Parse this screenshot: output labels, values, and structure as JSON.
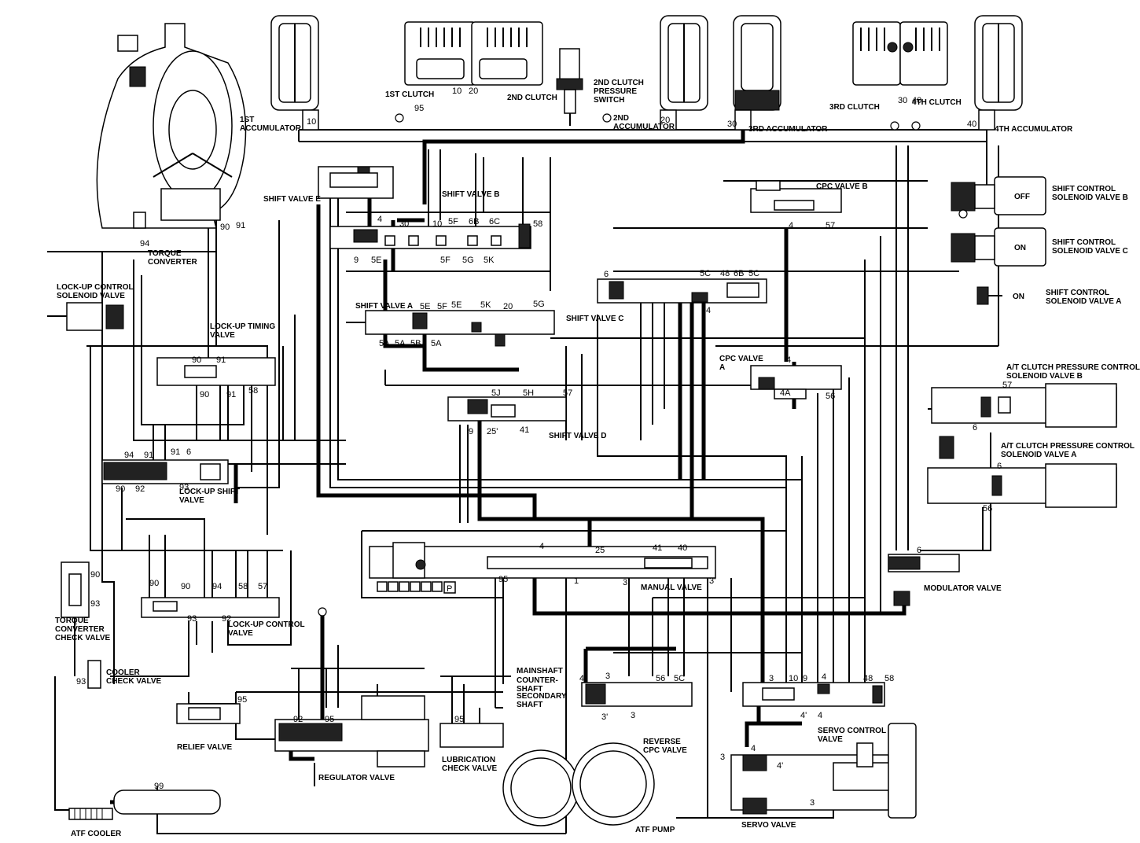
{
  "labels": {
    "accumulator_1st": "1ST\nACCUMULATOR",
    "clutch_1st": "1ST CLUTCH",
    "clutch_2nd": "2ND CLUTCH",
    "clutch_2nd_pressure_switch": "2ND CLUTCH\nPRESSURE\nSWITCH",
    "accumulator_2nd": "2ND\nACCUMULATOR",
    "accumulator_3rd": "3RD ACCUMULATOR",
    "clutch_3rd": "3RD CLUTCH",
    "clutch_4th": "4TH CLUTCH",
    "accumulator_4th": "4TH ACCUMULATOR",
    "torque_converter": "TORQUE\nCONVERTER",
    "shift_valve_e": "SHIFT VALVE E",
    "shift_valve_b": "SHIFT VALVE B",
    "cpc_valve_b": "CPC VALVE B",
    "shift_sol_b": "SHIFT CONTROL\nSOLENOID VALVE B",
    "shift_sol_c": "SHIFT CONTROL\nSOLENOID VALVE C",
    "shift_sol_a": "SHIFT CONTROL\nSOLENOID VALVE A",
    "lockup_sol": "LOCK-UP CONTROL\nSOLENOID VALVE",
    "lockup_timing": "LOCK-UP TIMING\nVALVE",
    "shift_valve_a": "SHIFT VALVE A",
    "shift_valve_c": "SHIFT VALVE C",
    "cpc_valve_a": "CPC VALVE\nA",
    "at_clutch_sol_b": "A/T CLUTCH PRESSURE CONTROL\nSOLENOID VALVE B",
    "at_clutch_sol_a": "A/T CLUTCH PRESSURE CONTROL\nSOLENOID VALVE A",
    "shift_valve_d": "SHIFT VALVE D",
    "lockup_shift": "LOCK-UP SHIFT\nVALVE",
    "manual_valve": "MANUAL VALVE",
    "modulator_valve": "MODULATOR VALVE",
    "tc_check_valve": "TORQUE\nCONVERTER\nCHECK VALVE",
    "lockup_control": "LOCK-UP CONTROL\nVALVE",
    "cooler_check": "COOLER\nCHECK VALVE",
    "mainshaft": "MAINSHAFT",
    "countershaft": "COUNTER-\nSHAFT",
    "secondary_shaft": "SECONDARY\nSHAFT",
    "relief_valve": "RELIEF VALVE",
    "regulator_valve": "REGULATOR VALVE",
    "lubrication_check": "LUBRICATION\nCHECK VALVE",
    "reverse_cpc": "REVERSE\nCPC VALVE",
    "servo_control": "SERVO CONTROL\nVALVE",
    "servo_valve": "SERVO VALVE",
    "atf_pump": "ATF PUMP",
    "atf_cooler": "ATF COOLER"
  },
  "states": {
    "off": "OFF",
    "on_c": "ON",
    "on_a": "ON"
  },
  "selector": "P",
  "ports": [
    {
      "id": "p10a",
      "t": "10"
    },
    {
      "id": "p95a",
      "t": "95"
    },
    {
      "id": "p10b",
      "t": "10"
    },
    {
      "id": "p20a",
      "t": "20"
    },
    {
      "id": "p20b",
      "t": "20"
    },
    {
      "id": "p30a",
      "t": "30"
    },
    {
      "id": "p30b",
      "t": "30"
    },
    {
      "id": "p40a",
      "t": "40"
    },
    {
      "id": "p40b",
      "t": "40"
    },
    {
      "id": "p90a",
      "t": "90"
    },
    {
      "id": "p91a",
      "t": "91"
    },
    {
      "id": "p94a",
      "t": "94"
    },
    {
      "id": "p4a",
      "t": "4"
    },
    {
      "id": "p30c",
      "t": "30"
    },
    {
      "id": "p10c",
      "t": "10"
    },
    {
      "id": "p5fa",
      "t": "5F"
    },
    {
      "id": "p6ba",
      "t": "6B"
    },
    {
      "id": "p6ca",
      "t": "6C"
    },
    {
      "id": "p58a",
      "t": "58"
    },
    {
      "id": "p9a",
      "t": "9"
    },
    {
      "id": "p5ea",
      "t": "5E"
    },
    {
      "id": "p5fb",
      "t": "5F"
    },
    {
      "id": "p5ga",
      "t": "5G"
    },
    {
      "id": "p5ka",
      "t": "5K"
    },
    {
      "id": "p4b",
      "t": "4"
    },
    {
      "id": "p57a",
      "t": "57"
    },
    {
      "id": "p6a",
      "t": "6"
    },
    {
      "id": "p5cb",
      "t": "5C"
    },
    {
      "id": "p48a",
      "t": "48"
    },
    {
      "id": "p6bb",
      "t": "6B"
    },
    {
      "id": "p5cc",
      "t": "5C"
    },
    {
      "id": "p5eb",
      "t": "5E"
    },
    {
      "id": "p5fc",
      "t": "5F"
    },
    {
      "id": "p5ec",
      "t": "5E"
    },
    {
      "id": "p5kb",
      "t": "5K"
    },
    {
      "id": "p20c",
      "t": "20"
    },
    {
      "id": "p5gb",
      "t": "5G"
    },
    {
      "id": "p4c",
      "t": "4"
    },
    {
      "id": "p5aa",
      "t": "5A"
    },
    {
      "id": "p5ab",
      "t": "5A"
    },
    {
      "id": "p5ba",
      "t": "5B"
    },
    {
      "id": "p5ac",
      "t": "5A"
    },
    {
      "id": "p90b",
      "t": "90"
    },
    {
      "id": "p91b",
      "t": "91"
    },
    {
      "id": "p90c",
      "t": "90"
    },
    {
      "id": "p91c",
      "t": "91"
    },
    {
      "id": "p58b",
      "t": "58"
    },
    {
      "id": "p4d",
      "t": "4"
    },
    {
      "id": "p4aa",
      "t": "4A"
    },
    {
      "id": "p56a",
      "t": "56"
    },
    {
      "id": "p57b",
      "t": "57"
    },
    {
      "id": "p6c",
      "t": "6"
    },
    {
      "id": "p6d",
      "t": "6"
    },
    {
      "id": "p56b",
      "t": "56"
    },
    {
      "id": "p5ja",
      "t": "5J"
    },
    {
      "id": "p5ha",
      "t": "5H"
    },
    {
      "id": "p57c",
      "t": "57"
    },
    {
      "id": "p9b",
      "t": "9"
    },
    {
      "id": "p25a",
      "t": "25'"
    },
    {
      "id": "p41a",
      "t": "41"
    },
    {
      "id": "p94b",
      "t": "94"
    },
    {
      "id": "p91d",
      "t": "91"
    },
    {
      "id": "p91e",
      "t": "91"
    },
    {
      "id": "p6e",
      "t": "6"
    },
    {
      "id": "p90d",
      "t": "90"
    },
    {
      "id": "p92a",
      "t": "92"
    },
    {
      "id": "p93a",
      "t": "93"
    },
    {
      "id": "p4e",
      "t": "4"
    },
    {
      "id": "p25b",
      "t": "25"
    },
    {
      "id": "p41b",
      "t": "41"
    },
    {
      "id": "p40c",
      "t": "40"
    },
    {
      "id": "p95b",
      "t": "95"
    },
    {
      "id": "p3a",
      "t": "3"
    },
    {
      "id": "p3b",
      "t": "3'"
    },
    {
      "id": "p1a",
      "t": "1"
    },
    {
      "id": "p6f",
      "t": "6"
    },
    {
      "id": "p90e",
      "t": "90"
    },
    {
      "id": "p93b",
      "t": "93"
    },
    {
      "id": "p90f",
      "t": "90"
    },
    {
      "id": "p90g",
      "t": "90"
    },
    {
      "id": "p94c",
      "t": "94"
    },
    {
      "id": "p58c",
      "t": "58"
    },
    {
      "id": "p57d",
      "t": "57"
    },
    {
      "id": "p93c",
      "t": "93"
    },
    {
      "id": "p92b",
      "t": "92"
    },
    {
      "id": "p93d",
      "t": "93"
    },
    {
      "id": "p95c",
      "t": "95"
    },
    {
      "id": "p92c",
      "t": "92"
    },
    {
      "id": "p95d",
      "t": "95"
    },
    {
      "id": "p95e",
      "t": "95"
    },
    {
      "id": "p99a",
      "t": "99"
    },
    {
      "id": "p4f",
      "t": "4"
    },
    {
      "id": "p3c",
      "t": "3"
    },
    {
      "id": "p56c",
      "t": "56"
    },
    {
      "id": "p5cd",
      "t": "5C"
    },
    {
      "id": "p3d",
      "t": "3'"
    },
    {
      "id": "p3e",
      "t": "3"
    },
    {
      "id": "p3f",
      "t": "3"
    },
    {
      "id": "p10d",
      "t": "10"
    },
    {
      "id": "p9c",
      "t": "9"
    },
    {
      "id": "p4g",
      "t": "4"
    },
    {
      "id": "p48b",
      "t": "48"
    },
    {
      "id": "p58d",
      "t": "58"
    },
    {
      "id": "p4h",
      "t": "4'"
    },
    {
      "id": "p4i",
      "t": "4"
    },
    {
      "id": "p3g",
      "t": "3"
    },
    {
      "id": "p4j",
      "t": "4"
    },
    {
      "id": "p4k",
      "t": "4'"
    },
    {
      "id": "p3h",
      "t": "3"
    }
  ]
}
